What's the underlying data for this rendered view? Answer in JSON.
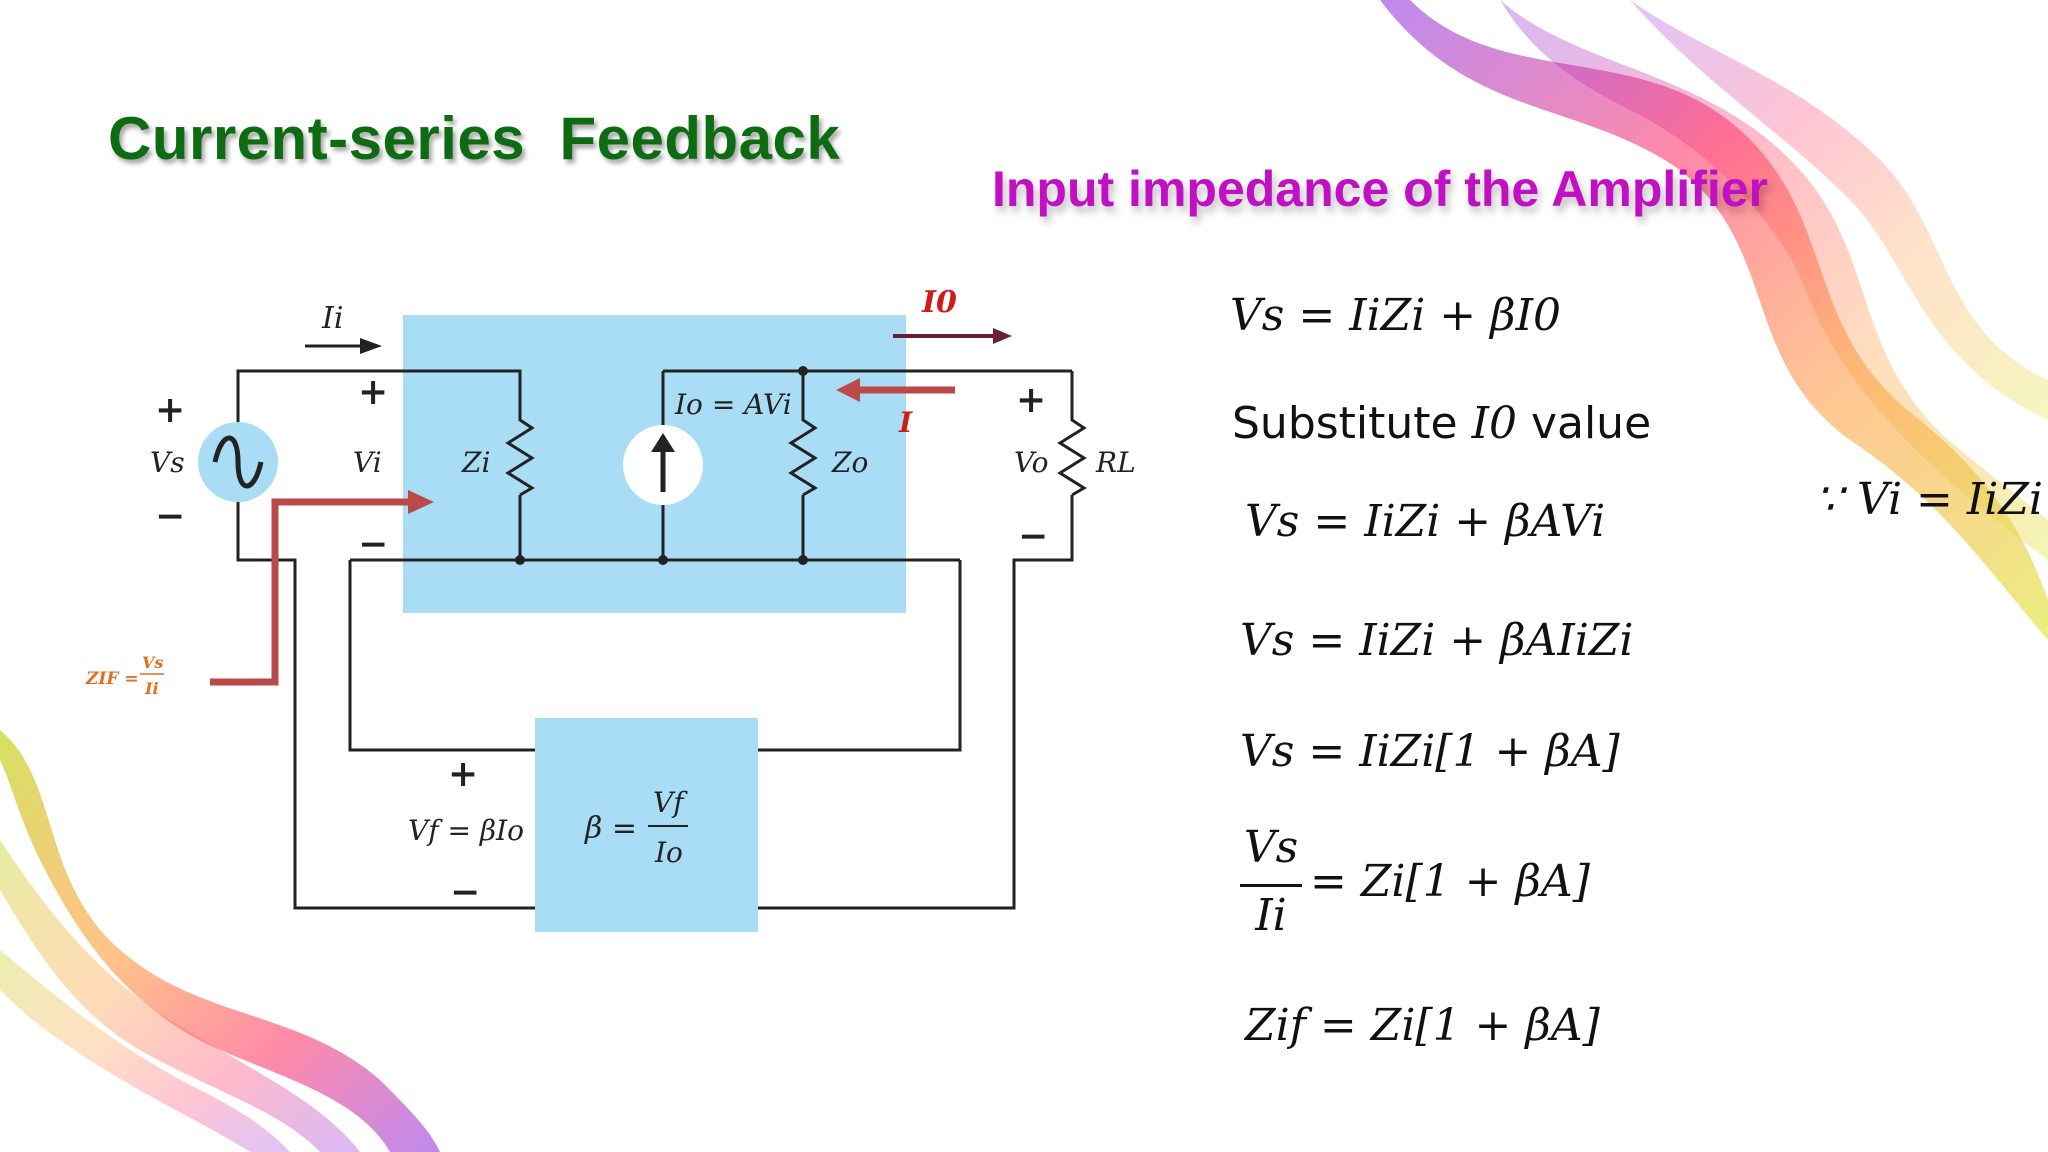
{
  "slide": {
    "title": "Current-series  Feedback",
    "subtitle": "Input impedance of the Amplifier"
  },
  "circuit": {
    "labels": {
      "Ii": "Ii",
      "I0": "I0",
      "I": "I",
      "plus_left": "+",
      "minus_left": "−",
      "Vs": "Vs",
      "plus_in": "+",
      "Vi": "Vi",
      "minus_in": "−",
      "Zi": "Zi",
      "Io_eq": "Io = AVi",
      "Zo": "Zo",
      "plus_out": "+",
      "Vo": "Vo",
      "minus_out": "−",
      "RL": "RL",
      "plus_fb": "+",
      "Vf": "Vf = βIo",
      "minus_fb": "−",
      "beta_lhs": "β =",
      "beta_num": "Vf",
      "beta_den": "Io",
      "zif_lhs": "ZIF =",
      "zif_num": "Vs",
      "zif_den": "Ii"
    }
  },
  "equations": {
    "eq1": "Vs = IiZi + βI0",
    "substitute_prefix": "Substitute ",
    "substitute_var": "I0",
    "substitute_suffix": " value",
    "eq2": "Vs = IiZi + βAVi",
    "eq3": "Vs = IiZi + βAIiZi",
    "eq4": "Vs = IiZi[1 + βA]",
    "eq5_num": "Vs",
    "eq5_den": "Ii",
    "eq5_rhs": "= Zi[1 + βA]",
    "eq6": "Zif = Zi[1 + βA]",
    "since": "∵ Vi = IiZi"
  },
  "colors": {
    "title": "#0d6b12",
    "subtitle": "#c10fc4",
    "block": "#a9dcf5",
    "arrow_red": "#b94a48",
    "arrow_dark": "#6b1e3a",
    "label_red": "#d11a1a",
    "label_orange": "#e07020"
  }
}
